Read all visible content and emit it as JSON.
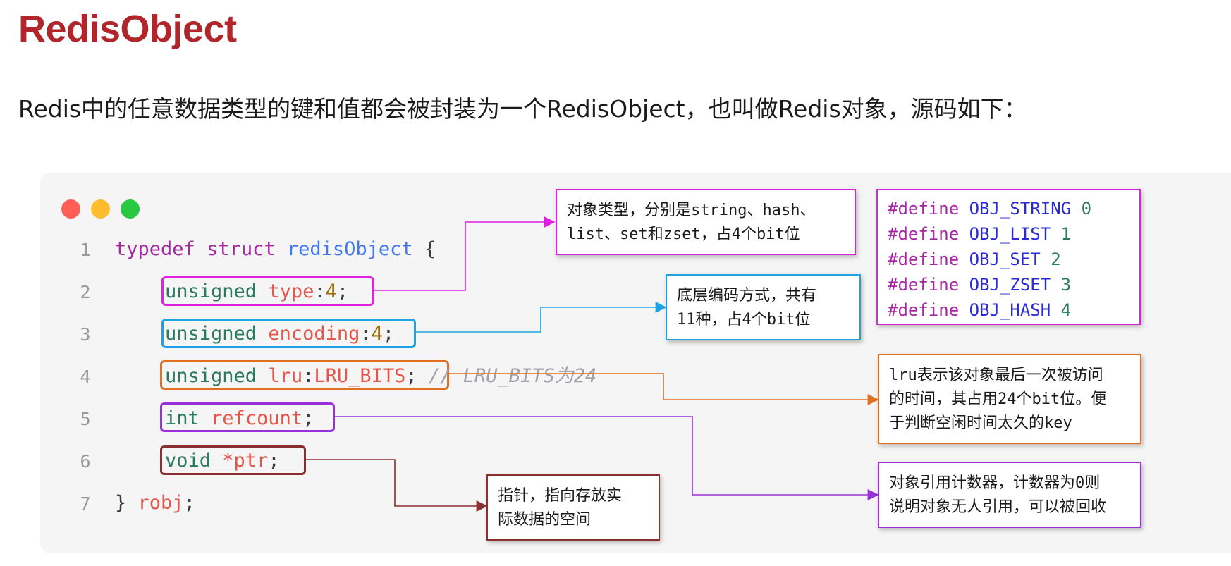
{
  "page": {
    "title": "RedisObject",
    "subtitle": "Redis中的任意数据类型的键和值都会被封装为一个RedisObject，也叫做Redis对象，源码如下："
  },
  "code": {
    "line_numbers": [
      "1",
      "2",
      "3",
      "4",
      "5",
      "6",
      "7"
    ],
    "line1": {
      "kw1": "typedef",
      "kw2": "struct",
      "name": "redisObject",
      "brace": "{"
    },
    "line2": {
      "type": "unsigned",
      "field": "type",
      "colon": ":",
      "width": "4",
      "semi": ";"
    },
    "line3": {
      "type": "unsigned",
      "field": "encoding",
      "colon": ":",
      "width": "4",
      "semi": ";"
    },
    "line4": {
      "type": "unsigned",
      "field": "lru",
      "colon": ":",
      "width": "LRU_BITS",
      "semi": ";",
      "comment": "// LRU_BITS为24"
    },
    "line5": {
      "type": "int",
      "field": "refcount",
      "semi": ";"
    },
    "line6": {
      "type": "void",
      "field": "*ptr",
      "semi": ";"
    },
    "line7": {
      "brace": "}",
      "name": "robj",
      "semi": ";"
    }
  },
  "notes": {
    "type": "对象类型，分别是string、hash、\nlist、set和zset，占4个bit位",
    "encoding": "底层编码方式，共有\n11种，占4个bit位",
    "lru": "lru表示该对象最后一次被访问\n的时间，其占用24个bit位。便\n于判断空闲时间太久的key",
    "refcount": "对象引用计数器，计数器为0则\n说明对象无人引用，可以被回收",
    "ptr": "指针，指向存放实\n际数据的空间"
  },
  "defines": [
    {
      "directive": "#define",
      "name": "OBJ_STRING",
      "value": "0"
    },
    {
      "directive": "#define",
      "name": "OBJ_LIST",
      "value": "1"
    },
    {
      "directive": "#define",
      "name": "OBJ_SET",
      "value": "2"
    },
    {
      "directive": "#define",
      "name": "OBJ_ZSET",
      "value": "3"
    },
    {
      "directive": "#define",
      "name": "OBJ_HASH",
      "value": "4"
    }
  ],
  "colors": {
    "title": "#b0262b",
    "type": "#e020e0",
    "encoding": "#1fa3e0",
    "lru": "#e07020",
    "refcount": "#9a30d8",
    "ptr": "#8b2e2e"
  }
}
